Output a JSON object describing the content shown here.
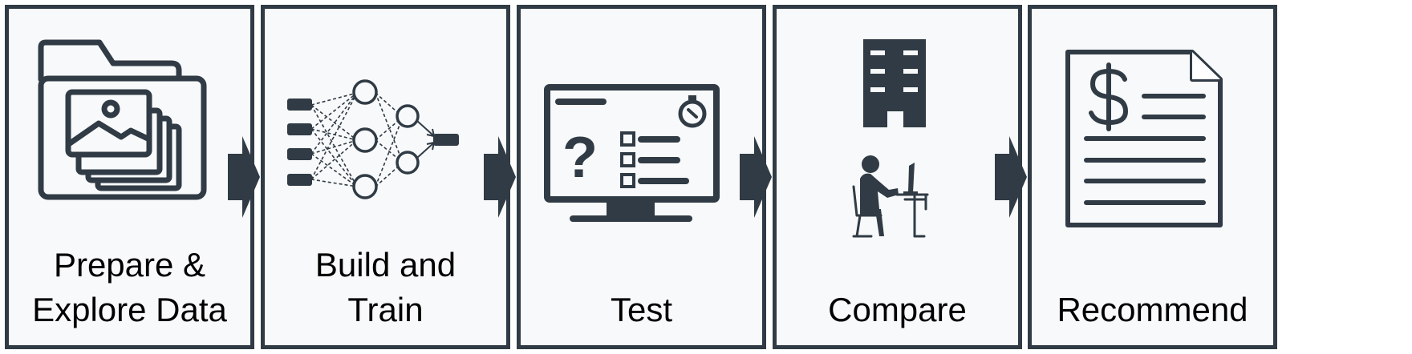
{
  "diagram": {
    "colors": {
      "border": "#303b45",
      "icon": "#303b45",
      "panel": "#f8f9fa",
      "text": "#000000"
    },
    "stages": [
      {
        "label": "Prepare &\nExplore Data",
        "icon": "folder-images-icon"
      },
      {
        "label": "Build and\nTrain",
        "icon": "neural-network-icon"
      },
      {
        "label": "Test",
        "icon": "monitor-quiz-icon"
      },
      {
        "label": "Compare",
        "icon": "office-worker-icon"
      },
      {
        "label": "Recommend",
        "icon": "invoice-document-icon"
      }
    ]
  }
}
